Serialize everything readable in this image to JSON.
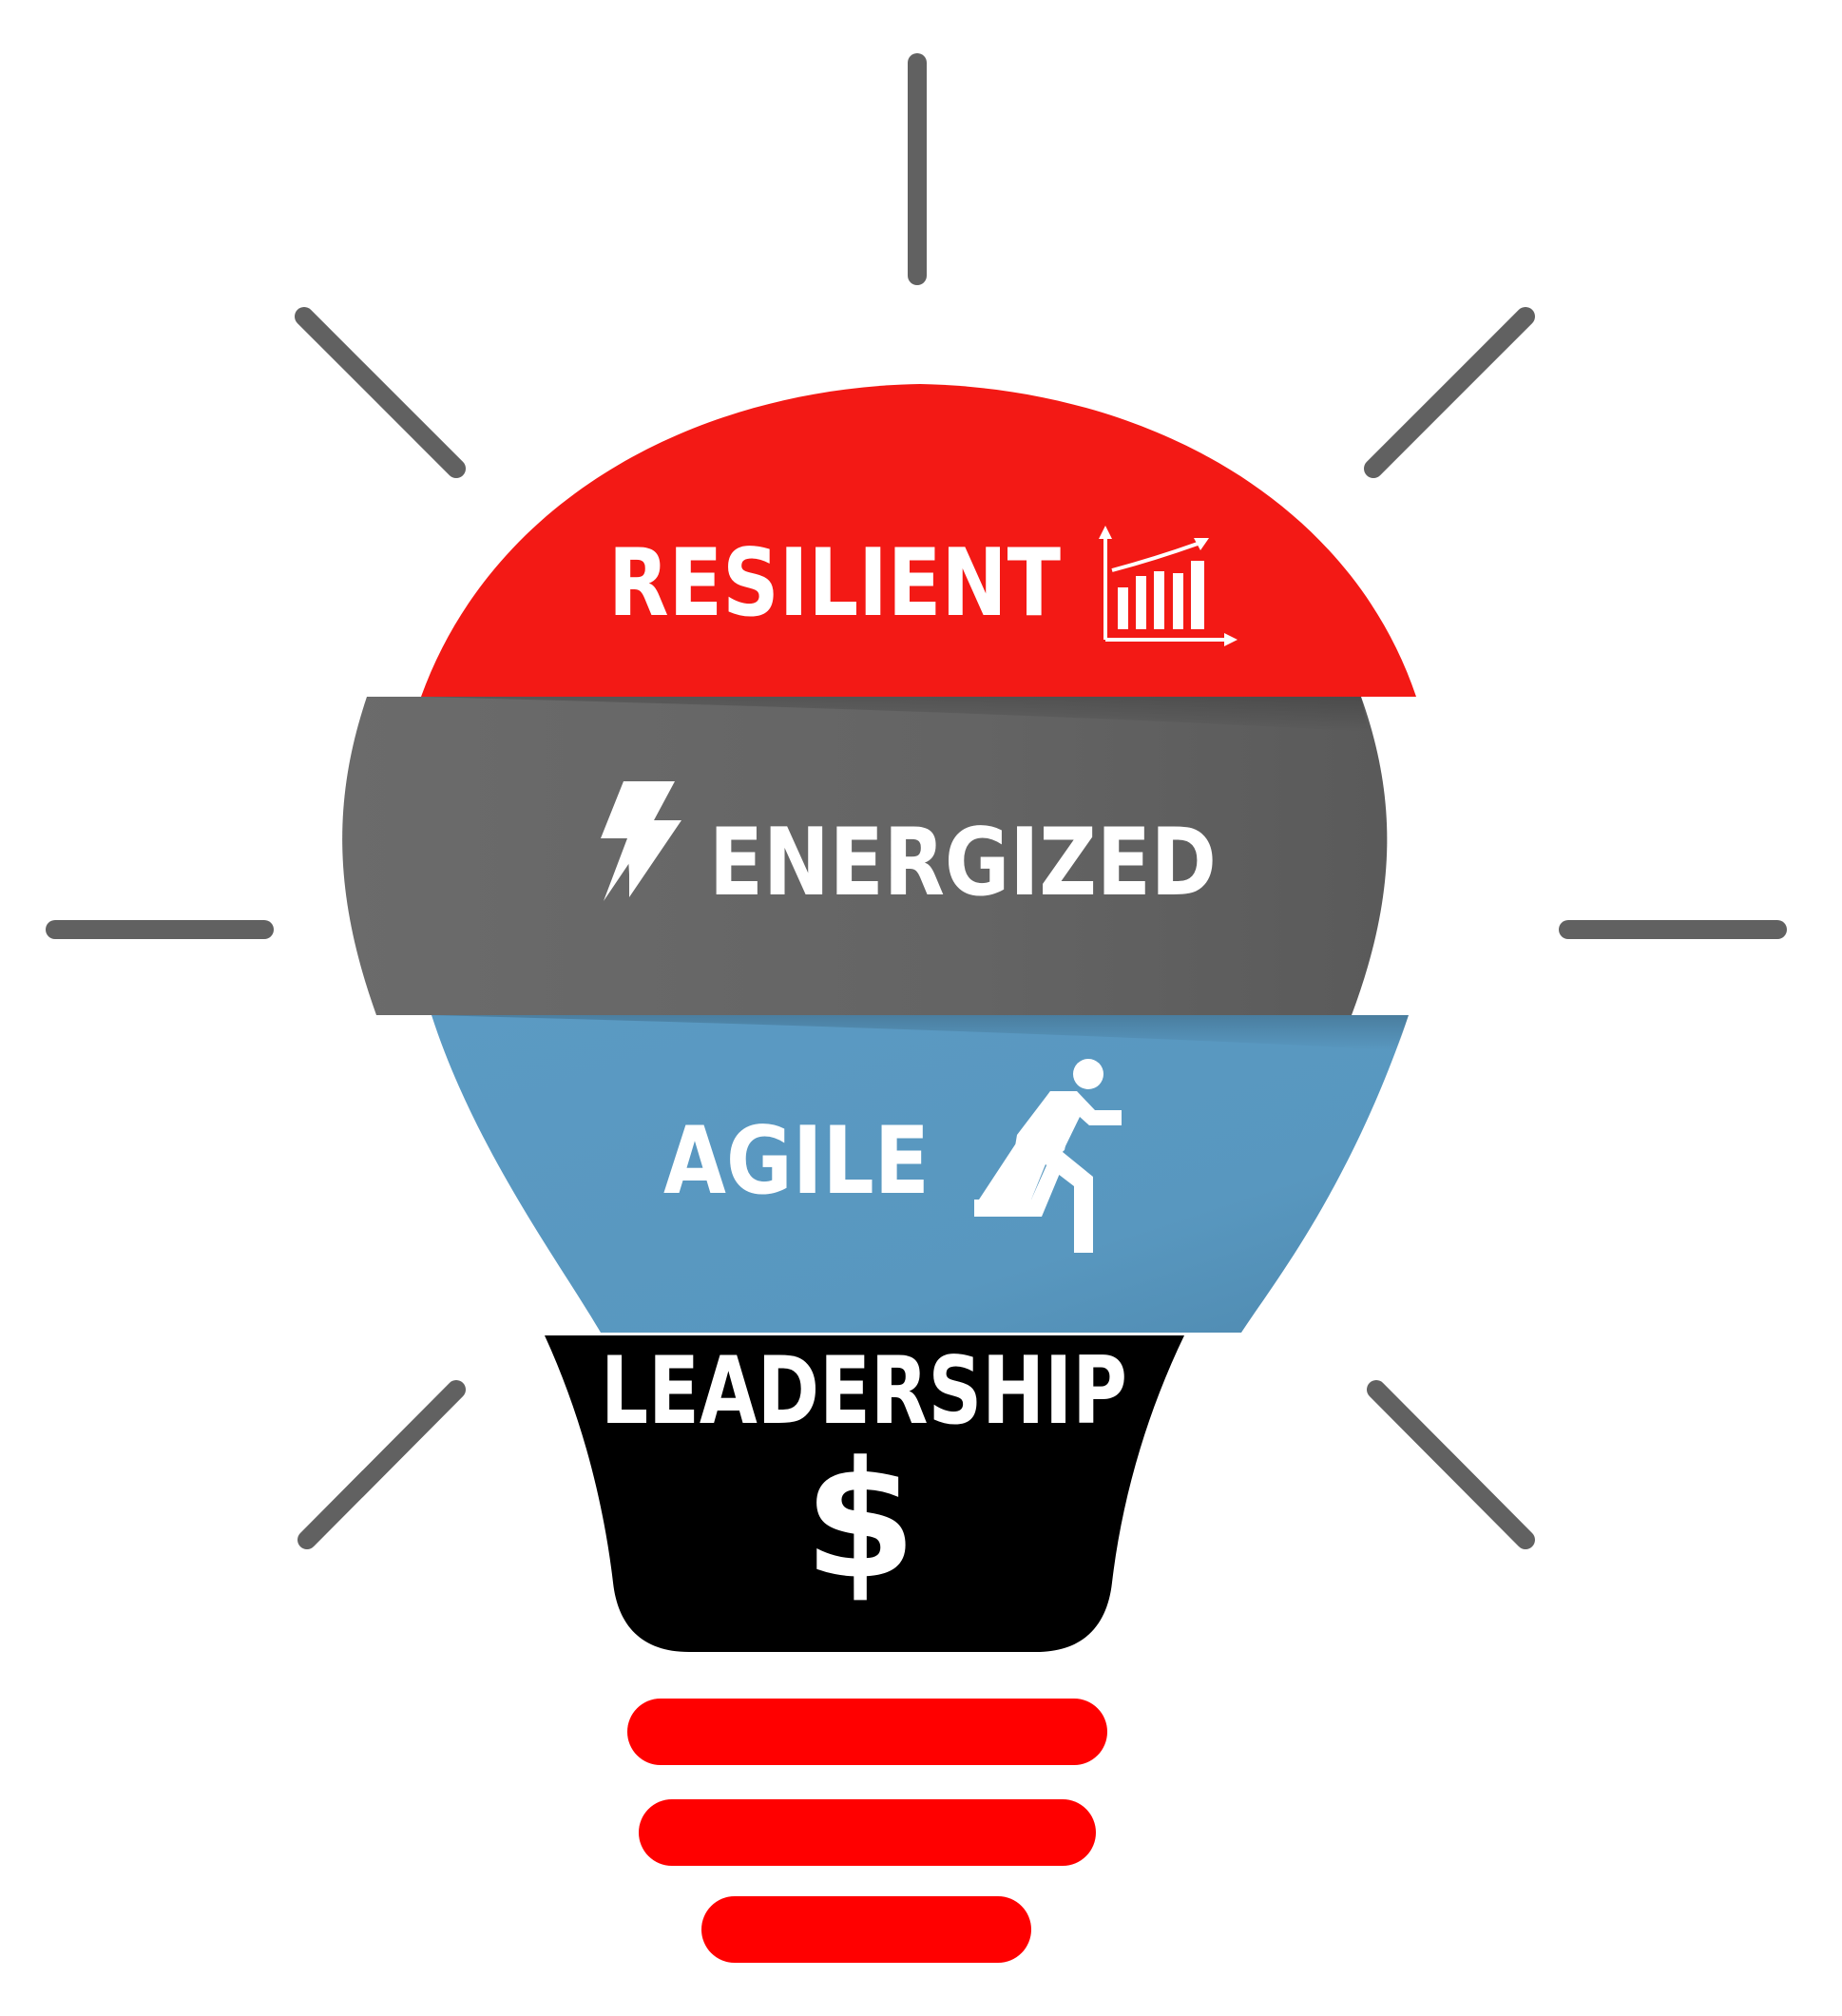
{
  "bands": [
    {
      "id": "resilient",
      "label": "RESILIENT",
      "color": "#f31915",
      "icon": "growth-chart-icon"
    },
    {
      "id": "energized",
      "label": "ENERGIZED",
      "color": "#656565",
      "icon": "lightning-bolt-icon"
    },
    {
      "id": "agile",
      "label": "AGILE",
      "color": "#5897bf",
      "icon": "running-person-icon"
    },
    {
      "id": "leadership",
      "label": "LEADERSHIP",
      "color": "#000000",
      "icon": "dollar-sign-icon",
      "symbol": "$"
    }
  ],
  "base_color": "#ff0000",
  "ray_color": "#616161"
}
